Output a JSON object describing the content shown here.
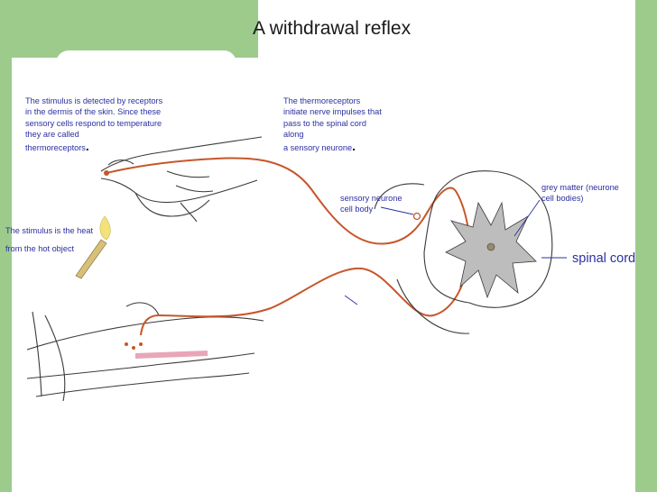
{
  "slide": {
    "title": "A withdrawal reflex"
  },
  "labels": {
    "stimulus_detected": "The stimulus is detected by receptors in the dermis of the skin. Since these sensory cells respond to temperature they are called",
    "stimulus_detected_term": "thermoreceptors",
    "thermoreceptors_initiate": "The thermoreceptors initiate nerve impulses that pass to the spinal cord along",
    "thermoreceptors_initiate_term": "a sensory neurone",
    "stimulus_heat_line1": "The stimulus is the heat",
    "stimulus_heat_line2": "from the hot object",
    "sensory_cell_body": "sensory neurone cell body",
    "grey_matter": "grey matter (neurone cell bodies)",
    "spinal_cord": "spinal cord",
    "dot": "."
  },
  "colors": {
    "background_green": "#9ccb8c",
    "label_text": "#2b2fa0",
    "nerve": "#c7562a",
    "outline": "#3a3a3a",
    "grey_matter": "#bdbdbd",
    "flame": "#f2e27a"
  }
}
